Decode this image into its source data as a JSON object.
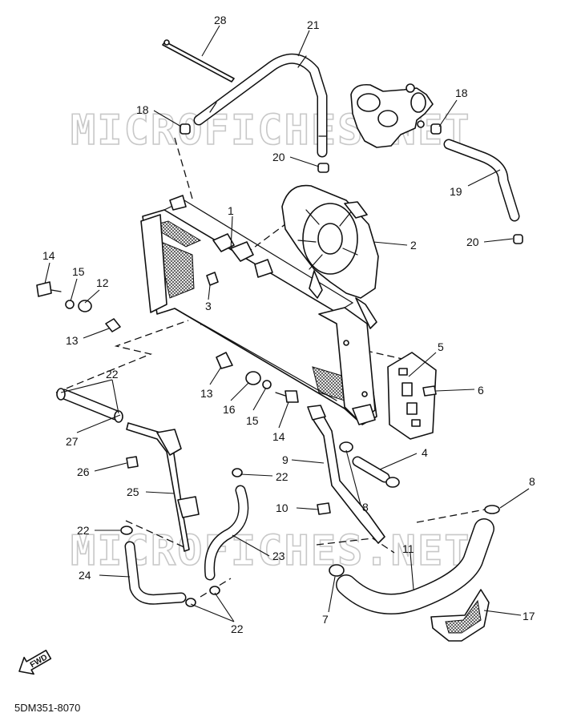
{
  "watermark": {
    "top": "MICROFICHES.NET",
    "bottom": "MICROFICHES.NET"
  },
  "diagram_code": "5DM351-8070",
  "direction_marker": "FWD",
  "callouts": [
    "28",
    "21",
    "18",
    "18",
    "20",
    "19",
    "20",
    "1",
    "2",
    "14",
    "15",
    "12",
    "3",
    "13",
    "5",
    "22",
    "13",
    "16",
    "15",
    "6",
    "14",
    "27",
    "9",
    "4",
    "26",
    "22",
    "8",
    "25",
    "10",
    "8",
    "22",
    "11",
    "24",
    "23",
    "7",
    "17",
    "22"
  ]
}
